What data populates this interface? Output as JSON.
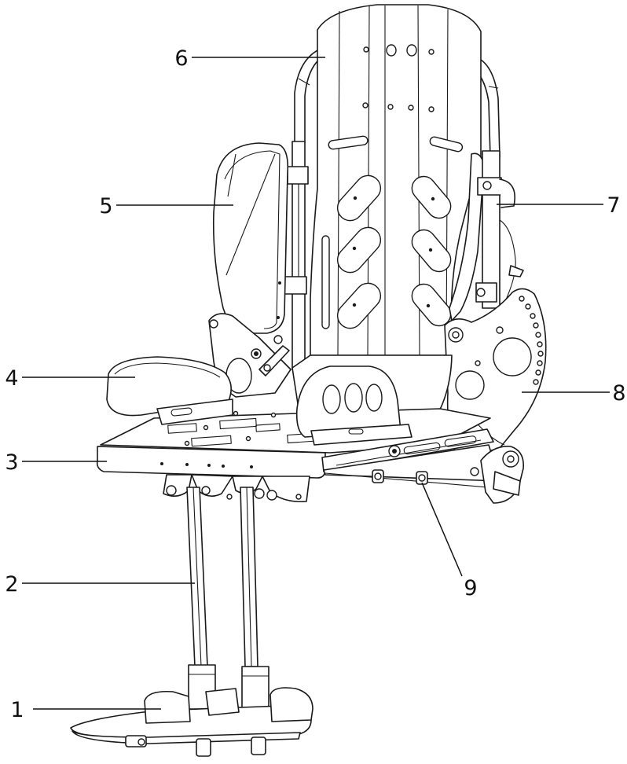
{
  "callouts": [
    {
      "number": "1",
      "part": "footplate"
    },
    {
      "number": "2",
      "part": "footrest-tube"
    },
    {
      "number": "3",
      "part": "seat-plate"
    },
    {
      "number": "4",
      "part": "hip-pad"
    },
    {
      "number": "5",
      "part": "lateral-thoracic-pad"
    },
    {
      "number": "6",
      "part": "backrest"
    },
    {
      "number": "7",
      "part": "back-frame-tube"
    },
    {
      "number": "8",
      "part": "tilt-side-plate"
    },
    {
      "number": "9",
      "part": "seat-slide-bolt"
    }
  ],
  "colors": {
    "line": "#1a1a1a",
    "background": "#ffffff"
  }
}
